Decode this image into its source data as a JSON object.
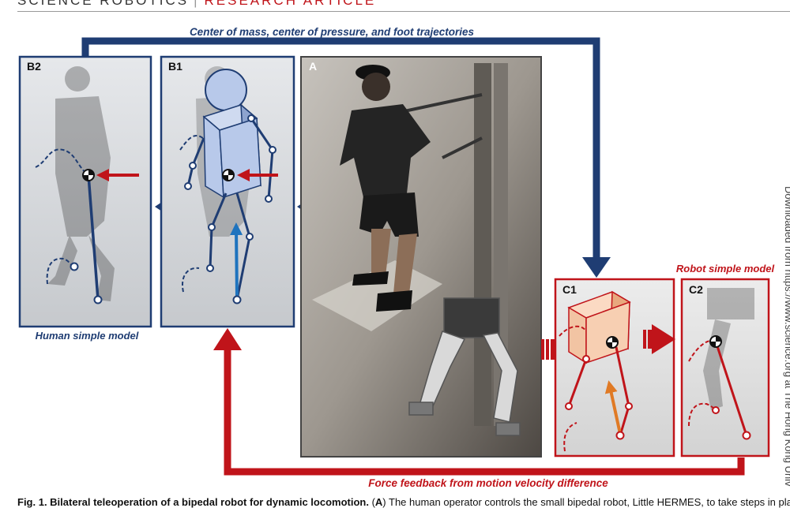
{
  "header": {
    "journal": "SCIENCE ROBOTICS",
    "separator": "|",
    "section": "RESEARCH ARTICLE"
  },
  "figure": {
    "top_label": "Center of mass, center of pressure, and foot trajectories",
    "bottom_label": "Force feedback from motion velocity difference",
    "human_model_label": "Human simple model",
    "robot_model_label": "Robot simple model",
    "panels": {
      "A": "A",
      "B1": "B1",
      "B2": "B2",
      "C1": "C1",
      "C2": "C2"
    },
    "colors": {
      "blue": "#1f3d73",
      "red": "#c0141a",
      "light_blue": "#1e73be",
      "orange": "#e07a25"
    }
  },
  "caption": {
    "title": "Fig. 1.  Bilateral teleoperation of a bipedal robot for dynamic locomotion.",
    "text_open": " (",
    "panel_ref": "A",
    "text_rest": ") The human operator controls the small bipedal robot, Little HERMES, to take steps in place."
  },
  "side_text": "Downloaded from https://www.science.org at The Hong Kong Univ"
}
